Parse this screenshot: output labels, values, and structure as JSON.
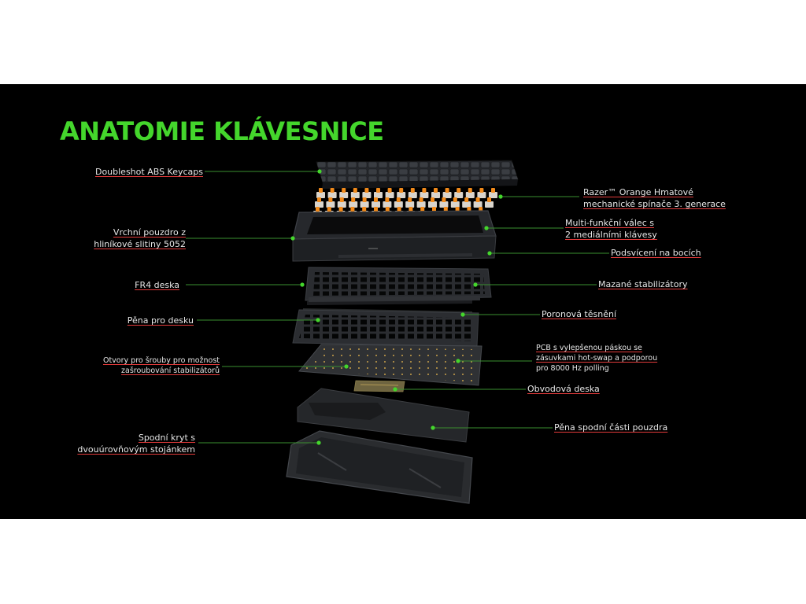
{
  "title": "ANATOMIE KLÁVESNICE",
  "colors": {
    "background": "#000000",
    "accent": "#44d62c",
    "text": "#e6e6e6",
    "switch_orange": "#f28a1a"
  },
  "callouts": {
    "keycaps": [
      "Doubleshot ABS Keycaps"
    ],
    "top_case": [
      "Vrchní pouzdro z",
      "hliníkové slitiny 5052"
    ],
    "fr4": [
      "FR4 deska"
    ],
    "plate_foam": [
      "Pěna pro desku"
    ],
    "screw_holes": [
      "Otvory pro šrouby pro možnost",
      "zašroubování stabilizátorů"
    ],
    "bottom_cover": [
      "Spodní kryt s",
      "dvouúrovňovým stojánkem"
    ],
    "switches": [
      "Razer™ Orange Hmatové",
      "mechanické spínače 3. generace"
    ],
    "roller": [
      "Multi-funkční válec s",
      "2 mediálními klávesy"
    ],
    "side_light": [
      "Podsvícení na bocích"
    ],
    "stabilizers": [
      "Mazané stabilizátory"
    ],
    "gasket": [
      "Poronová těsnění"
    ],
    "pcb": [
      "PCB s vylepšenou páskou se",
      "zásuvkami hot-swap a podporou",
      "pro 8000 Hz polling"
    ],
    "daughter": [
      "Obvodová deska"
    ],
    "bottom_foam": [
      "Pěna spodní části pouzdra"
    ]
  }
}
